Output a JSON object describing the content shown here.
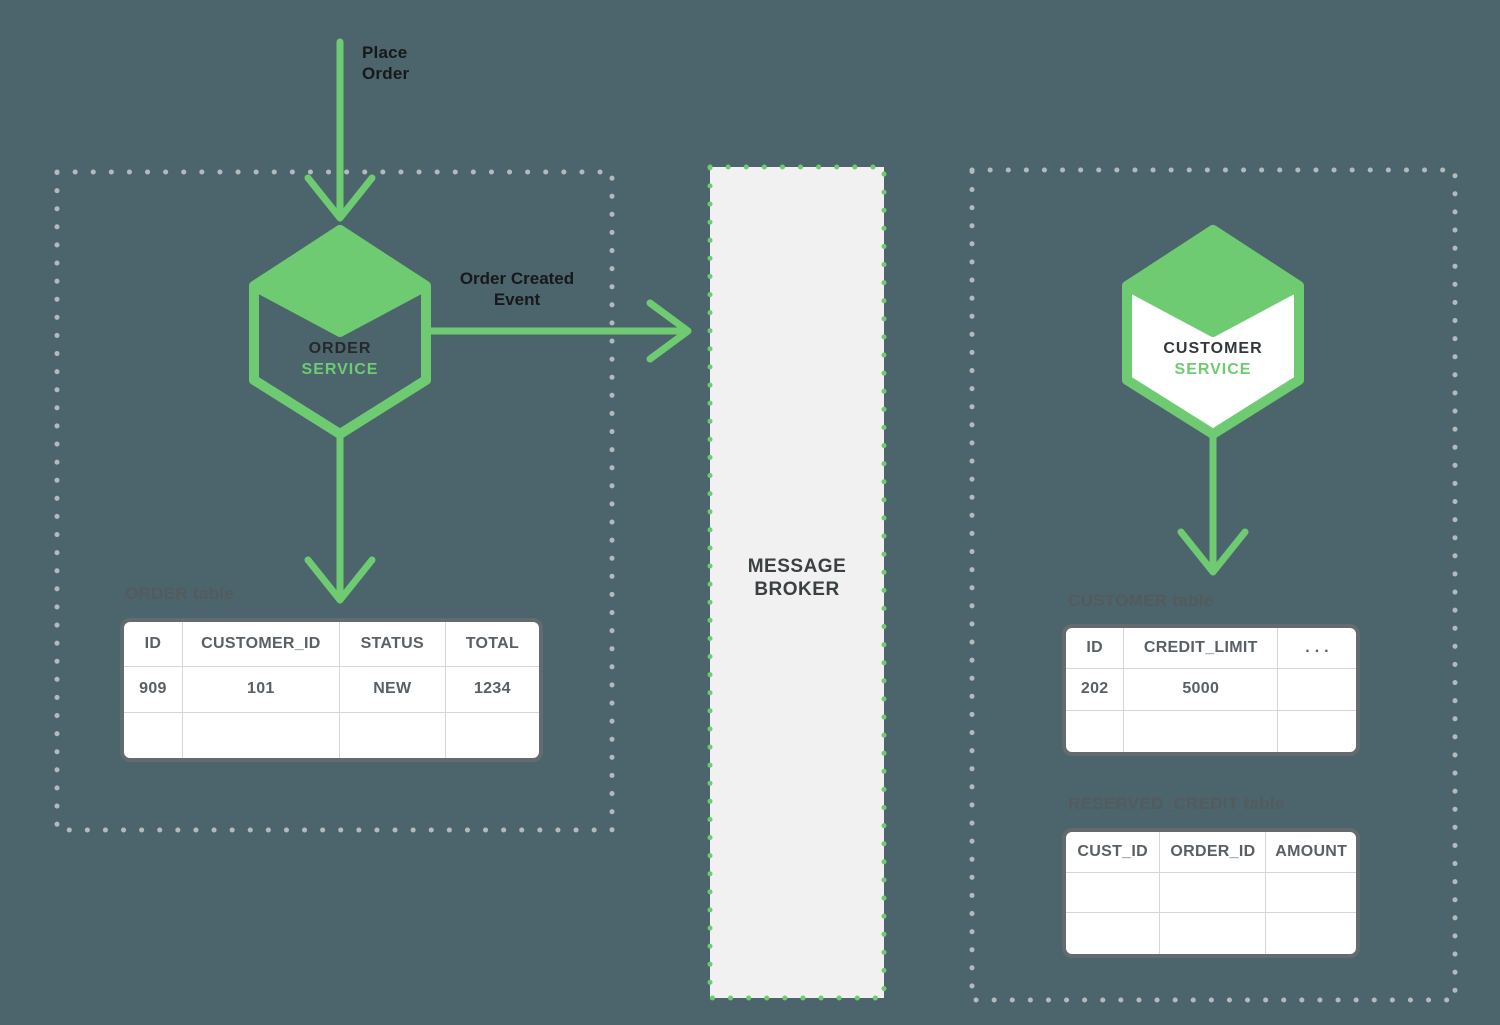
{
  "diagram": {
    "place_order_label": "Place Order",
    "order_created_event_label": "Order Created Event",
    "message_broker_label": "MESSAGE BROKER"
  },
  "order_service": {
    "title": "ORDER",
    "subtitle": "SERVICE"
  },
  "customer_service": {
    "title": "CUSTOMER",
    "subtitle": "SERVICE"
  },
  "order_table": {
    "label": "ORDER table",
    "columns": [
      "ID",
      "CUSTOMER_ID",
      "STATUS",
      "TOTAL"
    ],
    "rows": [
      [
        "909",
        "101",
        "NEW",
        "1234"
      ],
      [
        "",
        "",
        "",
        ""
      ]
    ]
  },
  "customer_table": {
    "label": "CUSTOMER table",
    "columns": [
      "ID",
      "CREDIT_LIMIT",
      ". . ."
    ],
    "rows": [
      [
        "202",
        "5000",
        ""
      ],
      [
        "",
        "",
        ""
      ]
    ]
  },
  "reserved_credit_table": {
    "label": "RESERVED_CREDIT table",
    "columns": [
      "CUST_ID",
      "ORDER_ID",
      "AMOUNT"
    ],
    "rows": [
      [
        "",
        "",
        ""
      ],
      [
        "",
        "",
        ""
      ]
    ]
  },
  "icons": {
    "order_service_icon": "hexagon-package-icon",
    "customer_service_icon": "hexagon-package-icon"
  },
  "colors": {
    "background": "#4c646b",
    "accent_green": "#6ecb71",
    "boundary_dots": "#b4babc",
    "broker_fill": "#f1f1f1",
    "table_border": "#646b6e",
    "table_text": "#596065",
    "section_label_text": "#545b5e",
    "annotation_text": "#17181a",
    "broker_text": "#3b4043"
  }
}
